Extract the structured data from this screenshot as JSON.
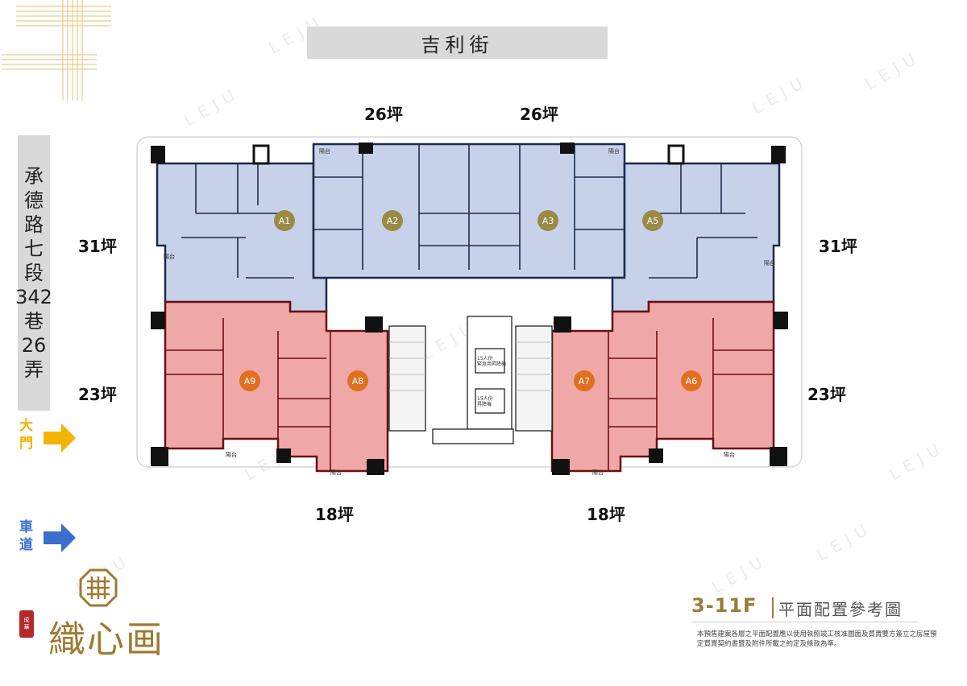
{
  "street_top": "吉利街",
  "street_side": [
    "承",
    "德",
    "路",
    "七",
    "段",
    "342",
    "巷",
    "26",
    "弄"
  ],
  "areas": {
    "a2": "26坪",
    "a3": "26坪",
    "a1": "31坪",
    "a5": "31坪",
    "a9": "23坪",
    "a6": "23坪",
    "a8": "18坪",
    "a7": "18坪"
  },
  "units": [
    "A1",
    "A2",
    "A3",
    "A5",
    "A9",
    "A8",
    "A7",
    "A6"
  ],
  "entrance": {
    "main": [
      "大",
      "門"
    ],
    "driveway": [
      "車",
      "道"
    ]
  },
  "balcony_label": "陽台",
  "elevator_labels": [
    "15人份\n緊急用昇降機",
    "15人份\n昇降機"
  ],
  "title": {
    "floor": "3-11F",
    "text": "平面配置參考圖"
  },
  "disclaimer": "本預售建案各層之平面配置應以使用執照竣工核准圖面及買賣雙方簽立之房屋預定買賣契約書暨及附件所載之約定及條款為準。",
  "logo": {
    "name": "織心画",
    "seal": [
      "成",
      "華"
    ]
  },
  "watermark": "LEJU",
  "colors": {
    "blue_unit": "#c7d2ea",
    "red_unit": "#f0a7a7",
    "gold": "#9b7a3a",
    "street_bg": "#d9d9d9",
    "main_arrow": "#f2b400",
    "drive_arrow": "#3a6fce"
  }
}
